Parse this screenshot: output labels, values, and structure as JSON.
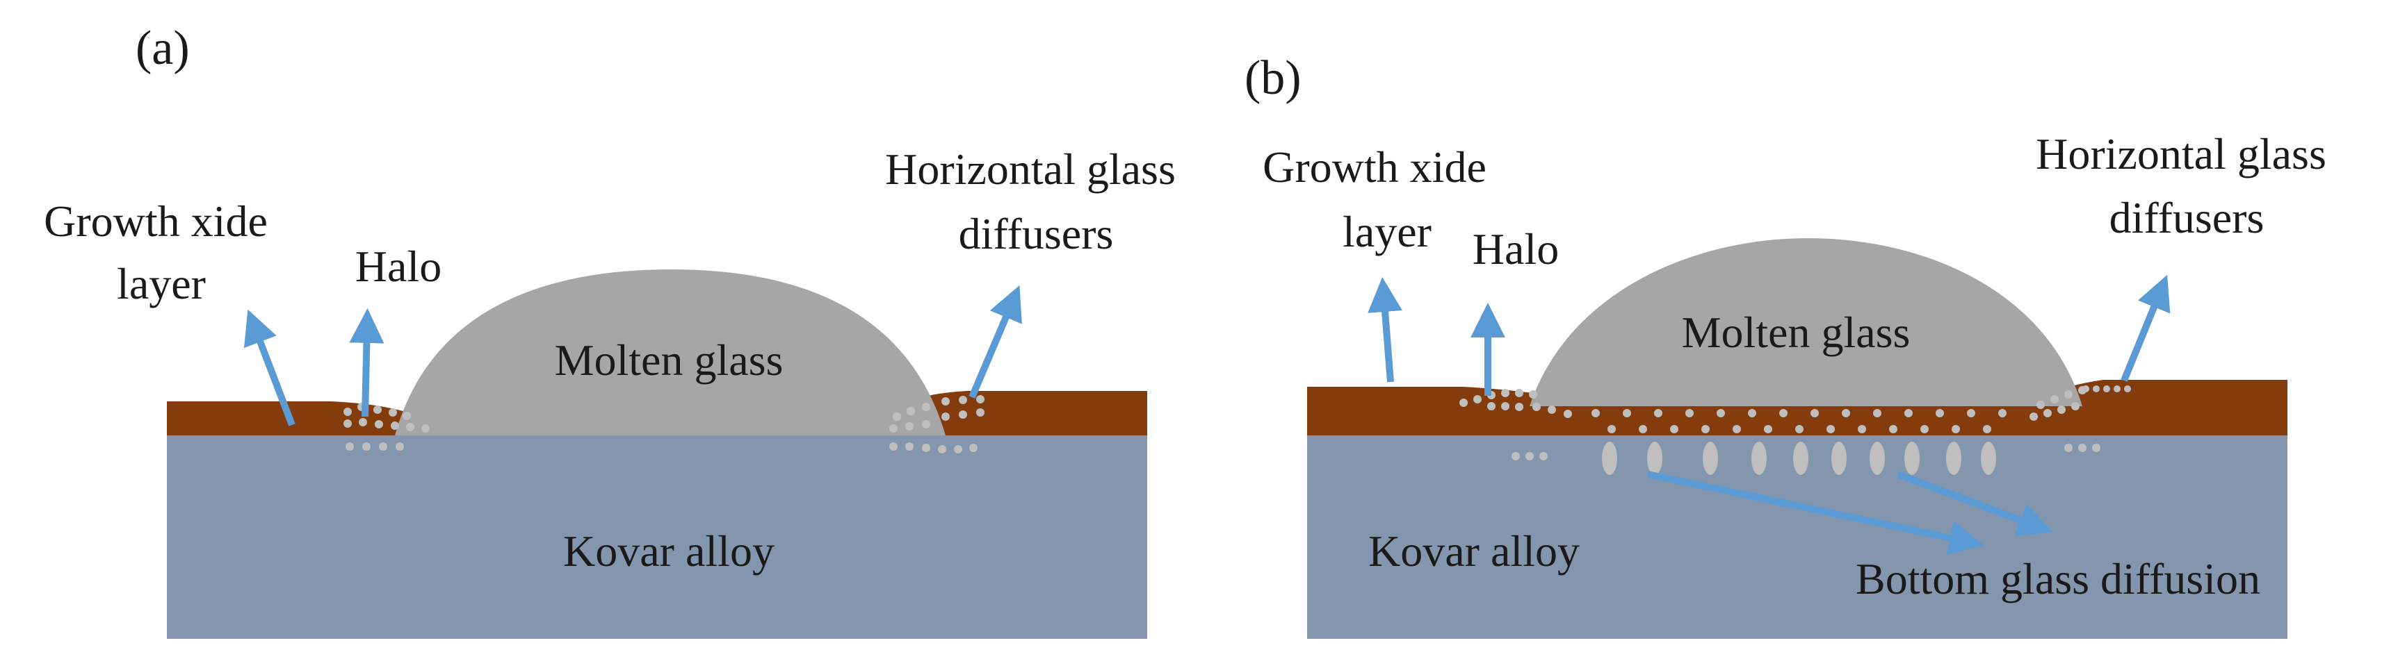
{
  "panels": {
    "a": {
      "label": "(a)",
      "growth_oxide": [
        "Growth xide",
        "layer"
      ],
      "halo": "Halo",
      "horizontal_diffusers": [
        "Horizontal glass",
        "diffusers"
      ],
      "molten_glass": "Molten glass",
      "substrate": "Kovar alloy"
    },
    "b": {
      "label": "(b)",
      "growth_oxide": [
        "Growth xide",
        "layer"
      ],
      "halo": "Halo",
      "horizontal_diffusers": [
        "Horizontal glass",
        "diffusers"
      ],
      "molten_glass": "Molten glass",
      "substrate": "Kovar alloy",
      "bottom_diffusion": "Bottom glass diffusion"
    }
  },
  "colors": {
    "substrate": "#8496AE",
    "oxide": "#843C0C",
    "glass": "#A6A6A6",
    "dots": "#BFBFBF",
    "arrow": "#5B9BD5",
    "text": "#1A1A1A"
  }
}
